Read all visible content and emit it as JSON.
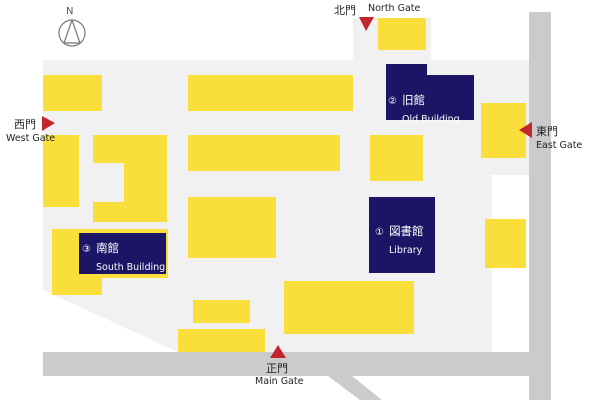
{
  "colors": {
    "campus": "#f1f1f1",
    "road": "#cbcbcb",
    "building": "#f9de3c",
    "highlight_building": "#1c1464",
    "gate_marker": "#c4262e"
  },
  "compass": {
    "label": "N",
    "icon": "north-compass-icon"
  },
  "gates": {
    "north": {
      "jp": "北門",
      "en": "North Gate"
    },
    "west": {
      "jp": "西門",
      "en": "West Gate"
    },
    "east": {
      "jp": "東門",
      "en": "East Gate"
    },
    "main": {
      "jp": "正門",
      "en": "Main Gate"
    }
  },
  "buildings": {
    "library": {
      "num": "①",
      "jp": "図書館",
      "en": "Library"
    },
    "old": {
      "num": "②",
      "jp": "旧館",
      "en": "Old Building"
    },
    "south": {
      "num": "③",
      "jp": "南館",
      "en": "South Building"
    }
  }
}
